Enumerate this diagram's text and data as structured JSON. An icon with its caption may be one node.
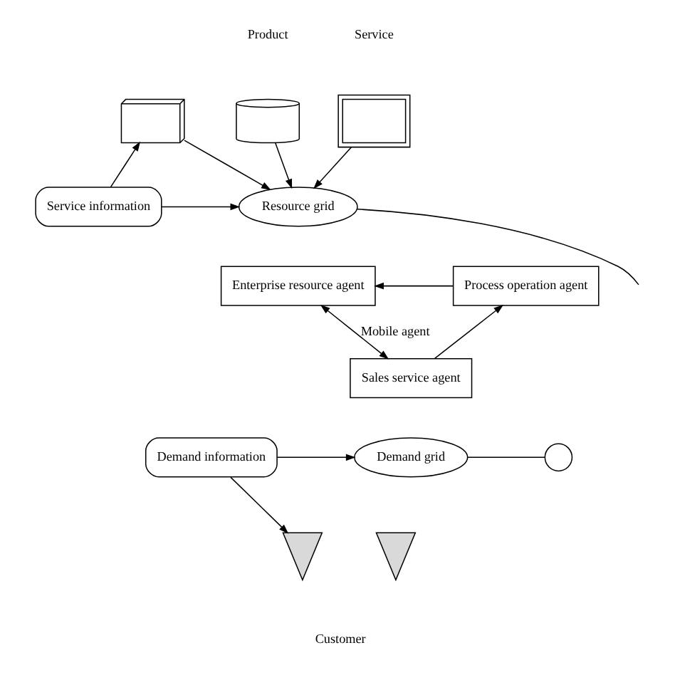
{
  "diagram": {
    "nodes": [
      {
        "text": [],
        "shape": "box"
      },
      {
        "text": [],
        "shape": "cylinder"
      },
      {
        "text": [],
        "shape": "box"
      },
      {
        "text": [
          "Service information"
        ]
      },
      {
        "text": [
          "Resource grid"
        ]
      },
      {
        "text": [
          "Enterprise resource agent"
        ]
      },
      {
        "text": [
          "Process operation agent"
        ]
      },
      {
        "text": [
          "Sales service agent"
        ]
      },
      {
        "text": [
          "Demand grid"
        ]
      },
      {
        "text": [
          "Demand information"
        ]
      },
      {
        "text": [],
        "shape": "person"
      },
      {
        "text": [],
        "shape": "person"
      },
      {
        "text": [],
        "shape": "circle"
      }
    ],
    "edges": [
      {
        "from": 3,
        "to": 0,
        "arrow": "to"
      },
      {
        "from": 0,
        "to": 4,
        "arrow": "to"
      },
      {
        "from": 1,
        "to": 4,
        "arrow": "to"
      },
      {
        "from": 2,
        "to": 4,
        "arrow": "to"
      },
      {
        "from": 3,
        "to": 4,
        "arrow": "to"
      },
      {
        "from": 6,
        "to": 5,
        "arrow": "to"
      },
      {
        "from": 5,
        "to": 7,
        "arrow": "both",
        "label": "Mobile agent"
      },
      {
        "from": 7,
        "to": 6,
        "arrow": "to"
      },
      {
        "from": 9,
        "to": 8,
        "arrow": "to"
      },
      {
        "from": 9,
        "to": 10,
        "arrow": "to"
      },
      {
        "from": 4,
        "to": null,
        "arrow": "none"
      },
      {
        "from": 8,
        "to": 12,
        "arrow": "none"
      }
    ],
    "labels": [
      "Product",
      "Service",
      "Customer"
    ]
  }
}
